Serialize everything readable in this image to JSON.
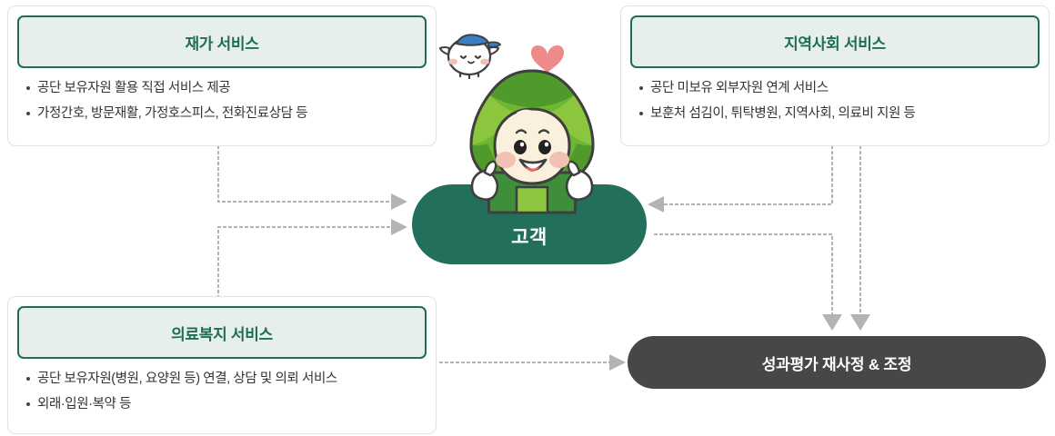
{
  "diagram": {
    "title": "customer-centered service flow",
    "background_color": "#ffffff",
    "accent_color": "#1f6e53",
    "customer_pill_color": "#22705c",
    "outcome_badge_color": "#474747",
    "connector_color": "#b3b3b3"
  },
  "cards": [
    {
      "id": "home-care",
      "header": "재가 서비스",
      "bullets": [
        "공단 보유자원 활용 직접 서비스 제공",
        "가정간호, 방문재활, 가정호스피스, 전화진료상담 등"
      ]
    },
    {
      "id": "community",
      "header": "지역사회 서비스",
      "bullets": [
        "공단 미보유 외부자원 연계 서비스",
        "보훈처 섬김이, 튀탁병원, 지역사회, 의료비 지원 등"
      ]
    },
    {
      "id": "medical-welfare",
      "header": "의료복지 서비스",
      "bullets": [
        "공단 보유자원(병원, 요양원 등) 연결, 상담 및 의뢰 서비스",
        "외래·입원·복약 등"
      ]
    }
  ],
  "center": {
    "label": "고객"
  },
  "outcome": {
    "label": "성과평가 재사정 & 조정"
  },
  "mascot": {
    "name": "cabbage-character",
    "companion": "white-bird-companion",
    "heart": "heart-icon",
    "head_colors": [
      "#6fb733",
      "#8cc63f",
      "#4f9a2a",
      "#a9cf4f",
      "#c3d94f"
    ],
    "face_color": "#fbf0dd",
    "blush_color": "#f2c0b4",
    "mouth_color": "#e8695f",
    "body_color": "#3f8f3a",
    "hand_color": "#ffffff",
    "heart_color": "#ef8a8a",
    "companion_cap_color": "#3d7dc4"
  }
}
